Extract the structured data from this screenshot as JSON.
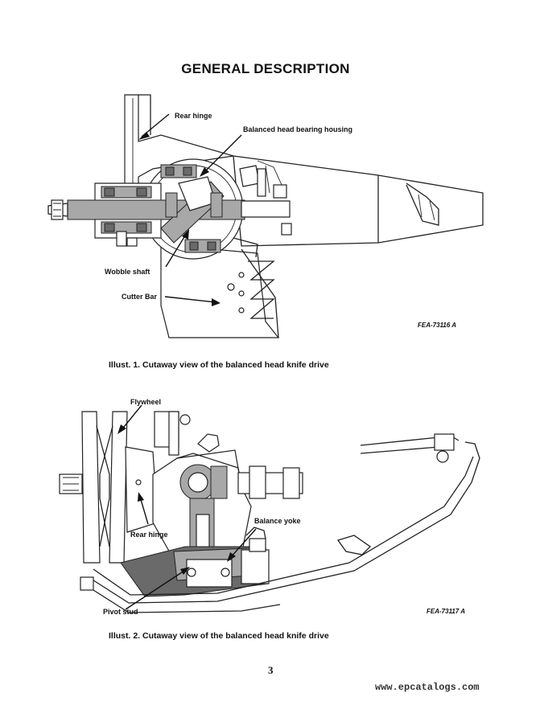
{
  "page": {
    "title": "GENERAL DESCRIPTION",
    "page_number": "3",
    "watermark": "www.epcatalogs.com"
  },
  "figure1": {
    "labels": {
      "rear_hinge": "Rear hinge",
      "bearing_housing": "Balanced head bearing housing",
      "wobble_shaft": "Wobble shaft",
      "cutter_bar": "Cutter Bar"
    },
    "figure_id": "FEA-73116 A",
    "caption": "Illust. 1.  Cutaway view of the balanced head knife drive"
  },
  "figure2": {
    "labels": {
      "flywheel": "Flywheel",
      "rear_hinge": "Rear hinge",
      "balance_yoke": "Balance yoke",
      "pivot_stud": "Pivot stud"
    },
    "figure_id": "FEA-73117 A",
    "caption": "Illust. 2.  Cutaway view of the balanced head knife drive"
  }
}
